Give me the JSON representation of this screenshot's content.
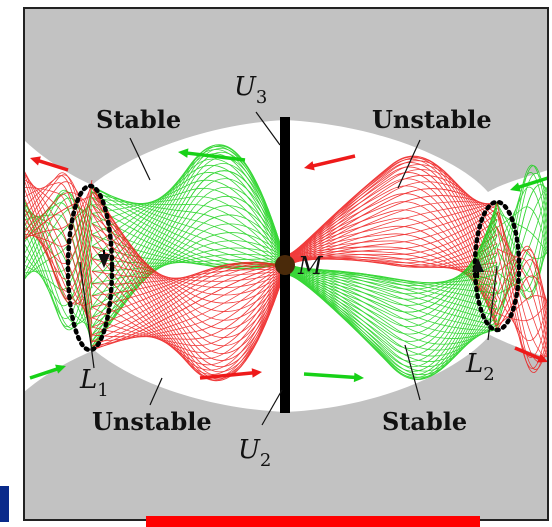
{
  "colors": {
    "stable": "#17d117",
    "unstable": "#ee1a1a",
    "forbidden": "#c2c2c2",
    "barrier": "#000000",
    "m_point": "#4a2a0a",
    "bottom_bar": "#ff0000",
    "corner_mark": "#0a2a8a"
  },
  "labels": {
    "stable_top_left": "Stable",
    "unstable_top_right": "Unstable",
    "unstable_bottom_left": "Unstable",
    "stable_bottom_right": "Stable",
    "m": "M",
    "u3_main": "U",
    "u3_sub": "3",
    "u2_main": "U",
    "u2_sub": "2",
    "l1_main": "L",
    "l1_sub": "1",
    "l2_main": "L",
    "l2_sub": "2"
  }
}
